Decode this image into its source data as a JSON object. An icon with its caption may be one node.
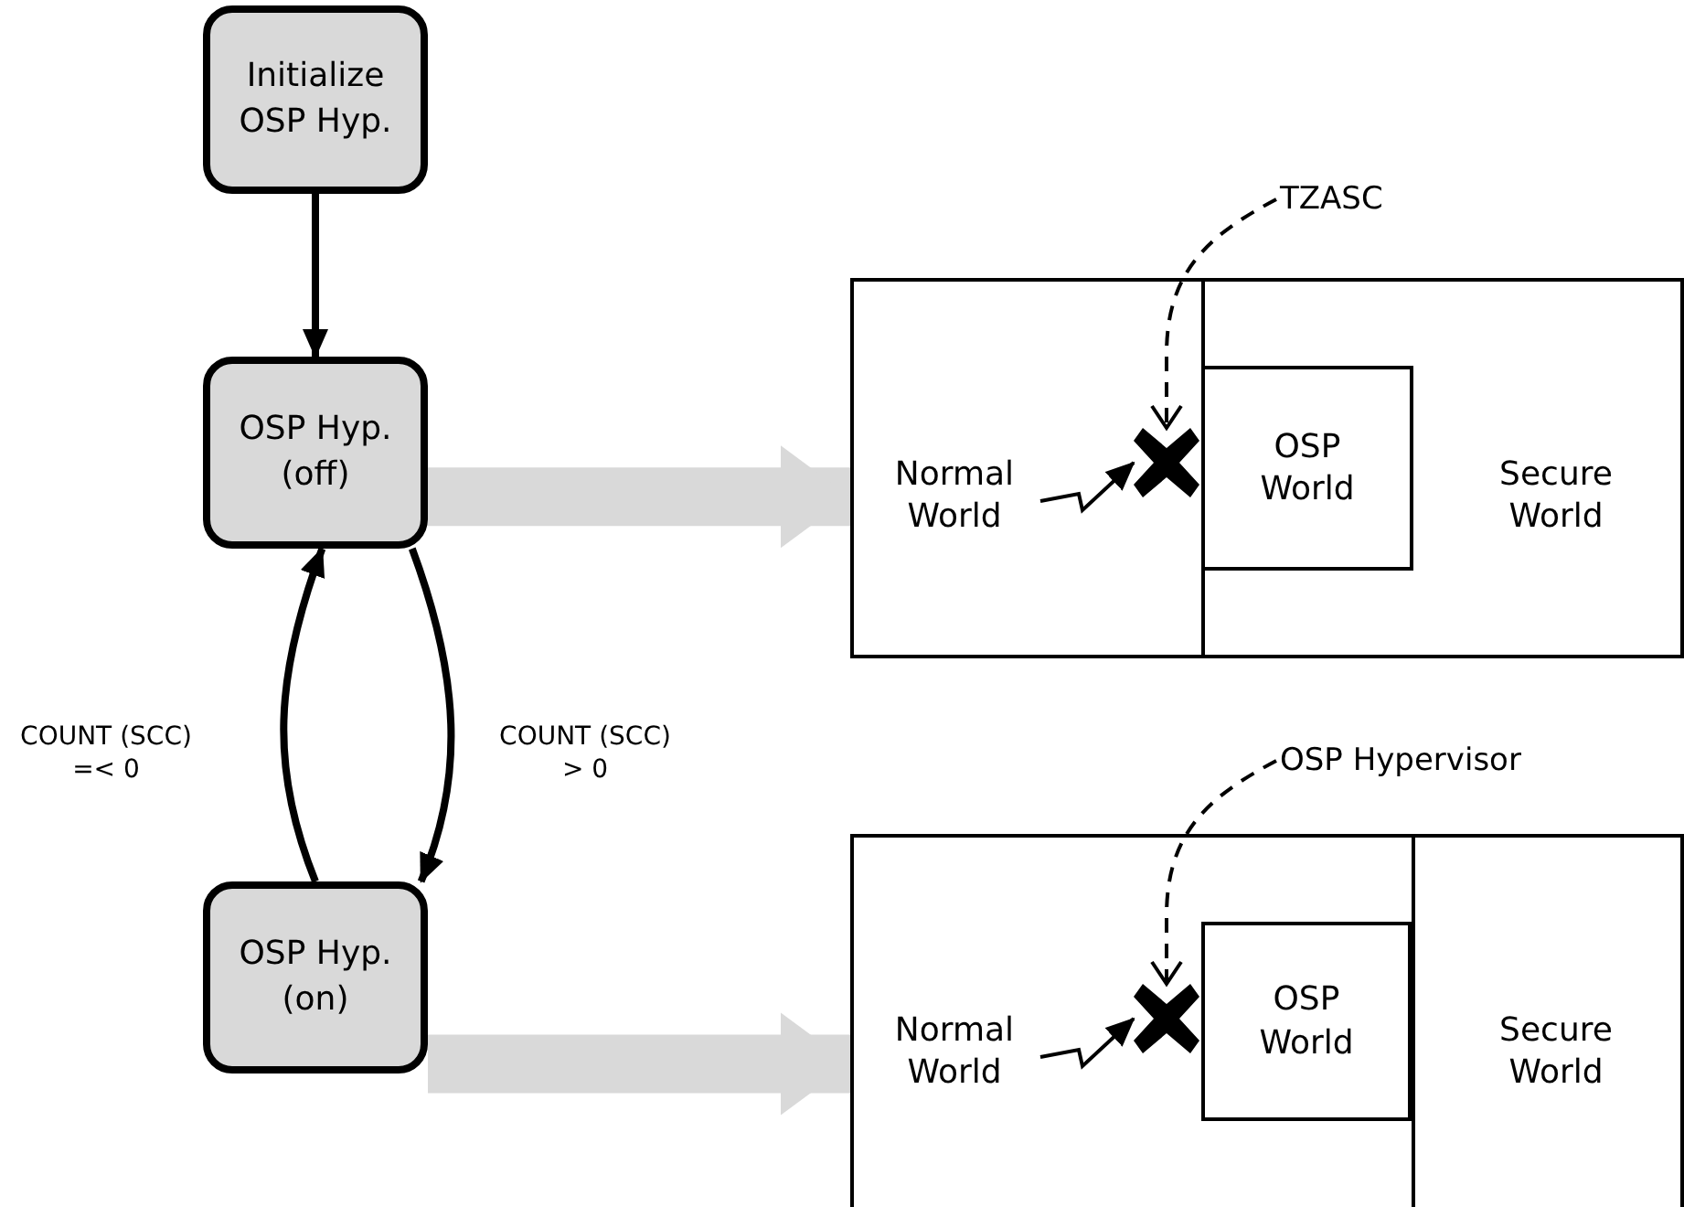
{
  "diagram": {
    "nodes": [
      {
        "text": [
          "Initialize OSP Hyp."
        ]
      },
      {
        "text": [
          "OSP Hyp. (off)"
        ]
      },
      {
        "text": [
          "OSP Hyp. (on)"
        ]
      },
      {
        "text": [
          "TZASC"
        ]
      },
      {
        "text": [],
        "shape": "box"
      },
      {
        "text": [
          "Normal World"
        ],
        "in": 4
      },
      {
        "text": [],
        "shape": "cross",
        "in": 4
      },
      {
        "text": [
          "OSP World"
        ],
        "in": 4
      },
      {
        "text": [
          "Secure World"
        ],
        "in": 4
      },
      {
        "text": [
          "OSP Hypervisor"
        ]
      },
      {
        "text": [],
        "shape": "box"
      },
      {
        "text": [
          "Normal World"
        ],
        "in": 10
      },
      {
        "text": [],
        "shape": "cross",
        "in": 10
      },
      {
        "text": [
          "OSP World"
        ],
        "in": 10
      },
      {
        "text": [
          "Secure World"
        ],
        "in": 10
      }
    ],
    "edges": [
      {
        "from": 0,
        "to": 1,
        "arrow": "to"
      },
      {
        "from": 1,
        "to": 2,
        "arrow": "to",
        "label": "COUNT (SCC) > 0"
      },
      {
        "from": 2,
        "to": 1,
        "arrow": "to",
        "label": "COUNT (SCC) =< 0"
      },
      {
        "from": 1,
        "to": 4,
        "arrow": "to",
        "style": "thick",
        "color": "#d9d9d9"
      },
      {
        "from": 2,
        "to": 10,
        "arrow": "to",
        "style": "thick",
        "color": "#d9d9d9"
      },
      {
        "from": 3,
        "to": 6,
        "arrow": "to",
        "style": "dashed"
      },
      {
        "from": 5,
        "to": 6,
        "arrow": "to"
      },
      {
        "from": 9,
        "to": 12,
        "arrow": "to",
        "style": "dashed"
      },
      {
        "from": 11,
        "to": 12,
        "arrow": "to"
      }
    ]
  }
}
